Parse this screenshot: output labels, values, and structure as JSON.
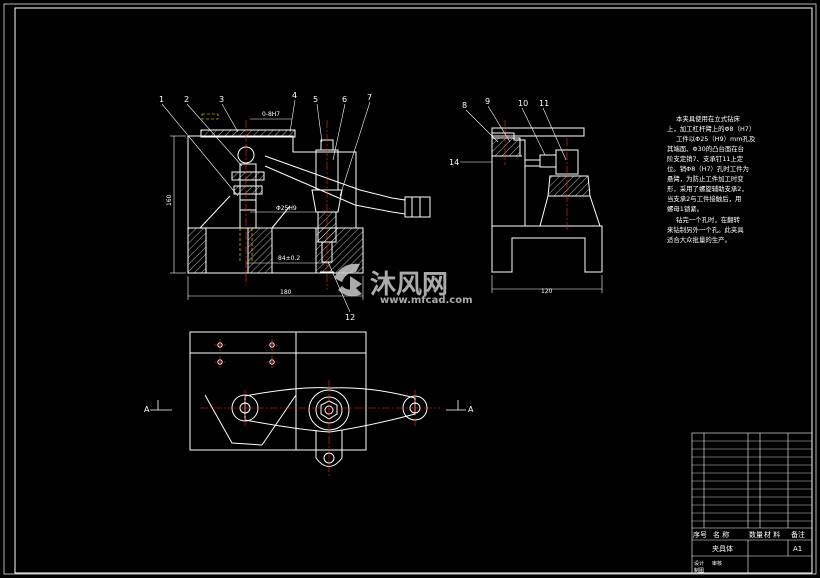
{
  "callouts": [
    "1",
    "2",
    "3",
    "4",
    "5",
    "6",
    "7",
    "8",
    "9",
    "10",
    "11",
    "12",
    "14"
  ],
  "dimensions": {
    "bore_fit": "0-8H7",
    "hole_fit": "Φ25H9",
    "center_distance": "84±0.2",
    "height": "160",
    "front_width": "180",
    "side_width": "120"
  },
  "section_marks": {
    "left": "A",
    "right": "A"
  },
  "technical_notes": [
    "本夹具使用在立式钻床",
    "上，加工杠杆臂上的Φ8（H7）",
    "工件以Φ25（H9）mm孔及",
    "其端面、Φ30的凸台面在台",
    "阶支定销7、支承钉11上定",
    "位。销Φ8（H7）孔时工件为",
    "悬臂，为防止工件加工时变",
    "形，采用了螺旋辅助支承2，",
    "当支承2与工件接触后，用",
    "螺母1锁紧。",
    "钻完一个孔时，在翻转",
    "来钻制另外一个孔。此夹具",
    "适合大众批量的生产。"
  ],
  "title_block": {
    "headers": [
      "序号",
      "名 称",
      "数量",
      "材 料",
      "备注"
    ],
    "part_name": "夹具体",
    "sheet_size": "A1",
    "row_labels": [
      "设计",
      "审核",
      "制图"
    ]
  },
  "watermark": {
    "brand": "沐风网",
    "url": "www.mfcad.com"
  },
  "colors": {
    "background": "#000000",
    "outline": "#ffffff",
    "hatch": "#ffffff",
    "centerline": "#ff2a2a",
    "hidden": "#ffee00",
    "dimension": "#ffffff",
    "watermark": "#c9c9c9",
    "watermark_accent": "#e8e8e8"
  }
}
